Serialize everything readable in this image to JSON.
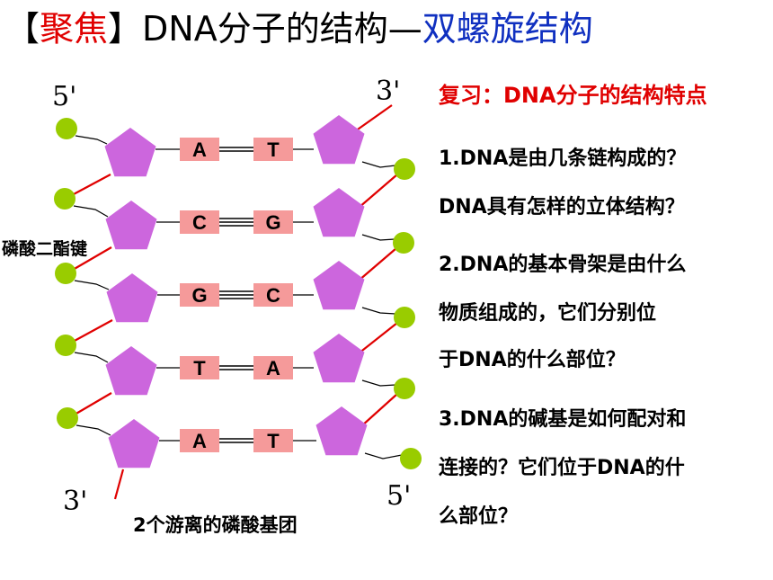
{
  "title": {
    "open_bracket": "【",
    "focus": "聚焦",
    "close_bracket": "】",
    "main": "DNA分子的结构—",
    "sub": "双螺旋结构"
  },
  "diagram": {
    "end_labels": {
      "left_top": "5'",
      "right_top": "3'",
      "left_bottom": "3'",
      "right_bottom": "5'"
    },
    "bond_label": "磷酸二酯键",
    "free_phosphate_label": "2个游离的磷酸基团",
    "base_pairs": [
      {
        "left": "A",
        "right": "T",
        "hbonds": 2
      },
      {
        "left": "C",
        "right": "G",
        "hbonds": 3
      },
      {
        "left": "G",
        "right": "C",
        "hbonds": 3
      },
      {
        "left": "T",
        "right": "A",
        "hbonds": 2
      },
      {
        "left": "A",
        "right": "T",
        "hbonds": 2
      }
    ],
    "colors": {
      "sugar": "#cc66dd",
      "base_box": "#f59a9a",
      "phosphate": "#99cc00",
      "bond_line": "#e00000"
    }
  },
  "review": {
    "title": "复习：DNA分子的结构特点",
    "lines": [
      "1.DNA是由几条链构成的？",
      "DNA具有怎样的立体结构？",
      "2.DNA的基本骨架是由什么",
      "物质组成的，它们分别位",
      "于DNA的什么部位？",
      "3.DNA的碱基是如何配对和",
      "连接的？它们位于DNA的什",
      "么部位？"
    ]
  }
}
